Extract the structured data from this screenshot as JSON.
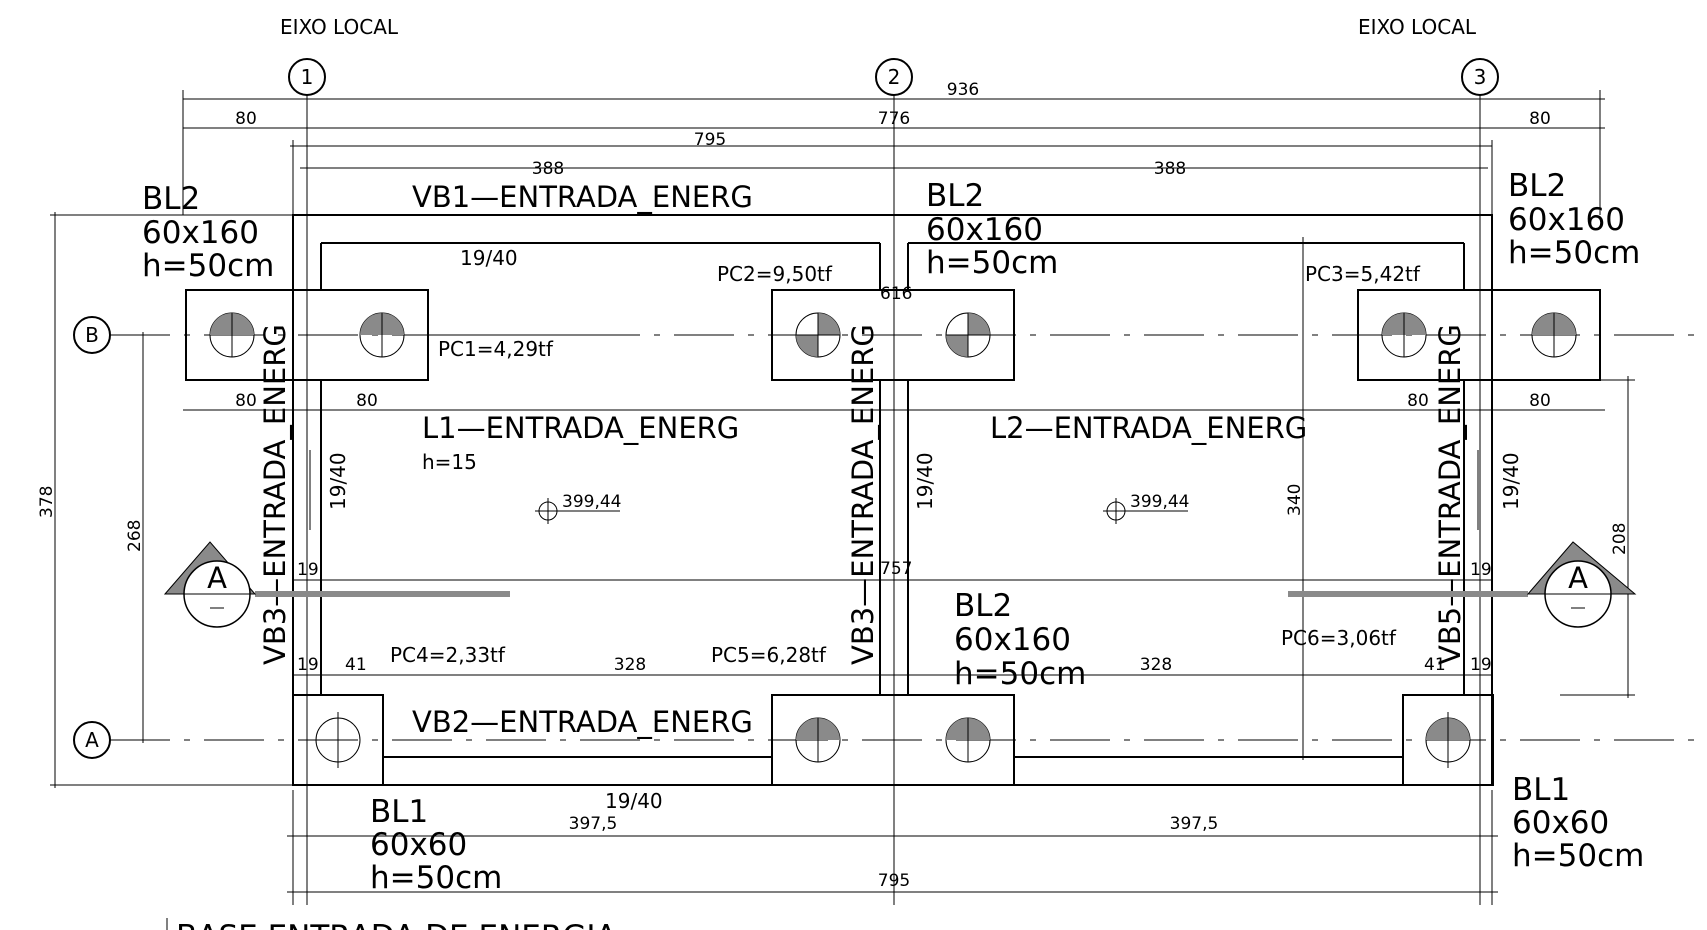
{
  "drawing_title": "BASE ENTRADA DE ENERGIA",
  "axis_labels": {
    "left": "EIXO LOCAL",
    "right": "EIXO LOCAL"
  },
  "grid_bubbles": {
    "col1": "1",
    "col2": "2",
    "col3": "3",
    "rowB": "B",
    "rowA": "A"
  },
  "section_markers": {
    "left": "A",
    "right": "A"
  },
  "beams": {
    "vb1": "VB1—ENTRADA_ENERG",
    "vb2": "VB2—ENTRADA_ENERG",
    "vb3_left": "VB3—ENTRADA_ENERG",
    "vb3_mid": "VB3—ENTRADA_ENERG",
    "vb5": "VB5—ENTRADA_ENERG"
  },
  "beam_sections": {
    "top": "19/40",
    "bottom": "19/40",
    "left": "19/40",
    "mid": "19/40",
    "right": "19/40"
  },
  "slabs": {
    "l1": {
      "name": "L1—ENTRADA_ENERG",
      "thickness": "h=15"
    },
    "l2": {
      "name": "L2—ENTRADA_ENERG"
    }
  },
  "levels": {
    "l1": "399,44",
    "l2": "399,44"
  },
  "blocks": {
    "bl2_left": {
      "name": "BL2",
      "size": "60x160",
      "height": "h=50cm"
    },
    "bl2_mid": {
      "name": "BL2",
      "size": "60x160",
      "height": "h=50cm"
    },
    "bl2_right": {
      "name": "BL2",
      "size": "60x160",
      "height": "h=50cm"
    },
    "bl2_bottom": {
      "name": "BL2",
      "size": "60x160",
      "height": "h=50cm"
    },
    "bl1_left": {
      "name": "BL1",
      "size": "60x60",
      "height": "h=50cm"
    },
    "bl1_right": {
      "name": "BL1",
      "size": "60x60",
      "height": "h=50cm"
    }
  },
  "loads": {
    "pc1": "PC1=4,29tf",
    "pc2": "PC2=9,50tf",
    "pc3": "PC3=5,42tf",
    "pc4": "PC4=2,33tf",
    "pc5": "PC5=6,28tf",
    "pc6": "PC6=3,06tf"
  },
  "dimensions": {
    "overall": "936",
    "left_80": "80",
    "center_776": "776",
    "right_80": "80",
    "top_795": "795",
    "left_388": "388",
    "right_388": "388",
    "bl_left_80a": "80",
    "bl_left_80b": "80",
    "bl_right_80a": "80",
    "bl_right_80b": "80",
    "v378": "378",
    "v268": "268",
    "v340": "340",
    "v208": "208",
    "d616": "616",
    "d757": "757",
    "d19_l1": "19",
    "d19_l2": "19",
    "d41_l": "41",
    "d19_r1": "19",
    "d19_r2": "19",
    "d41_r": "41",
    "d328_l": "328",
    "d328_r": "328",
    "bot_3975_l": "397,5",
    "bot_3975_r": "397,5",
    "bot_795": "795"
  }
}
